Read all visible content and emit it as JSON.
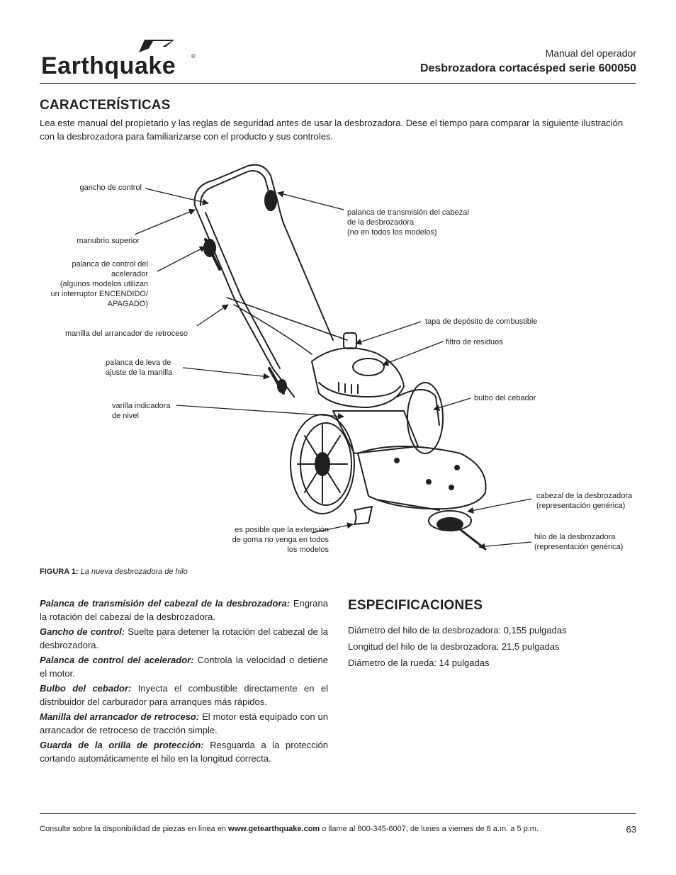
{
  "header": {
    "brand": "Earthquake",
    "manual_label": "Manual del operador",
    "series_title": "Desbrozadora cortacésped serie 600050"
  },
  "features": {
    "heading": "CARACTERÍSTICAS",
    "intro": "Lea este manual del propietario y las reglas de seguridad antes de usar la desbrozadora. Dese el tiempo para comparar la siguiente ilustración con la desbrozadora para familiarizarse con el producto y sus controles."
  },
  "figure": {
    "labels": {
      "gancho": "gancho de control",
      "manubrio": "manubrio superior",
      "acelerador": [
        "palanca de control del",
        "acelerador",
        "(algunos modelos utilizan",
        "un interruptor ENCENDIDO/",
        "APAGADO)"
      ],
      "manilla_arranque": "manilla del arrancador de retroceso",
      "leva": [
        "palanca de leva de",
        "ajuste de la manilla"
      ],
      "varilla": [
        "varilla indicadora",
        "de nivel"
      ],
      "extension": [
        "es posible que la extensión",
        "de goma no venga en todos",
        "los modelos"
      ],
      "transmision": [
        "palanca de transmisión del cabezal",
        "de la desbrozadora",
        "(no en todos los modelos)"
      ],
      "tapa": "tapa de depósito de combustible",
      "filtro": "filtro de residuos",
      "bulbo": "bulbo del cebador",
      "cabezal": [
        "cabezal de la desbrozadora",
        "(representación genérica)"
      ],
      "hilo": [
        "hilo de la desbrozadora",
        "(representación genérica)"
      ]
    },
    "caption_label": "FIGURA 1:",
    "caption_text": "La nueva desbrozadora de hilo"
  },
  "descriptions": [
    {
      "term": "Palanca de transmisión del cabezal de la desbrozadora:",
      "text": " Engrana la rotación del cabezal de la desbrozadora."
    },
    {
      "term": "Gancho de control:",
      "text": " Suelte para detener la rotación del cabezal de la desbrozadora."
    },
    {
      "term": "Palanca de control del acelerador:",
      "text": " Controla la velocidad o detiene el motor."
    },
    {
      "term": "Bulbo del cebador:",
      "text": " Inyecta el combustible directamente en el distribuidor del carburador para arranques más rápidos."
    },
    {
      "term": "Manilla del arrancador de retroceso:",
      "text": " El motor está equipado con un arrancador de retroceso de tracción simple."
    },
    {
      "term": "Guarda de la orilla de protección:",
      "text": " Resguarda a la protección cortando automáticamente el hilo en la longitud correcta."
    }
  ],
  "specs": {
    "heading": "ESPECIFICACIONES",
    "items": [
      "Diámetro del hilo de la desbrozadora: 0,155 pulgadas",
      "Longitud del hilo de la desbrozadora: 21,5 pulgadas",
      "Diámetro de la rueda: 14 pulgadas"
    ]
  },
  "footer": {
    "text_before": "Consulte sobre la disponibilidad de piezas en línea en ",
    "website": "www.getearthquake.com",
    "text_after": " o llame al 800-345-6007, de lunes a viernes de 8 a.m. a 5 p.m.",
    "page_number": "63"
  }
}
